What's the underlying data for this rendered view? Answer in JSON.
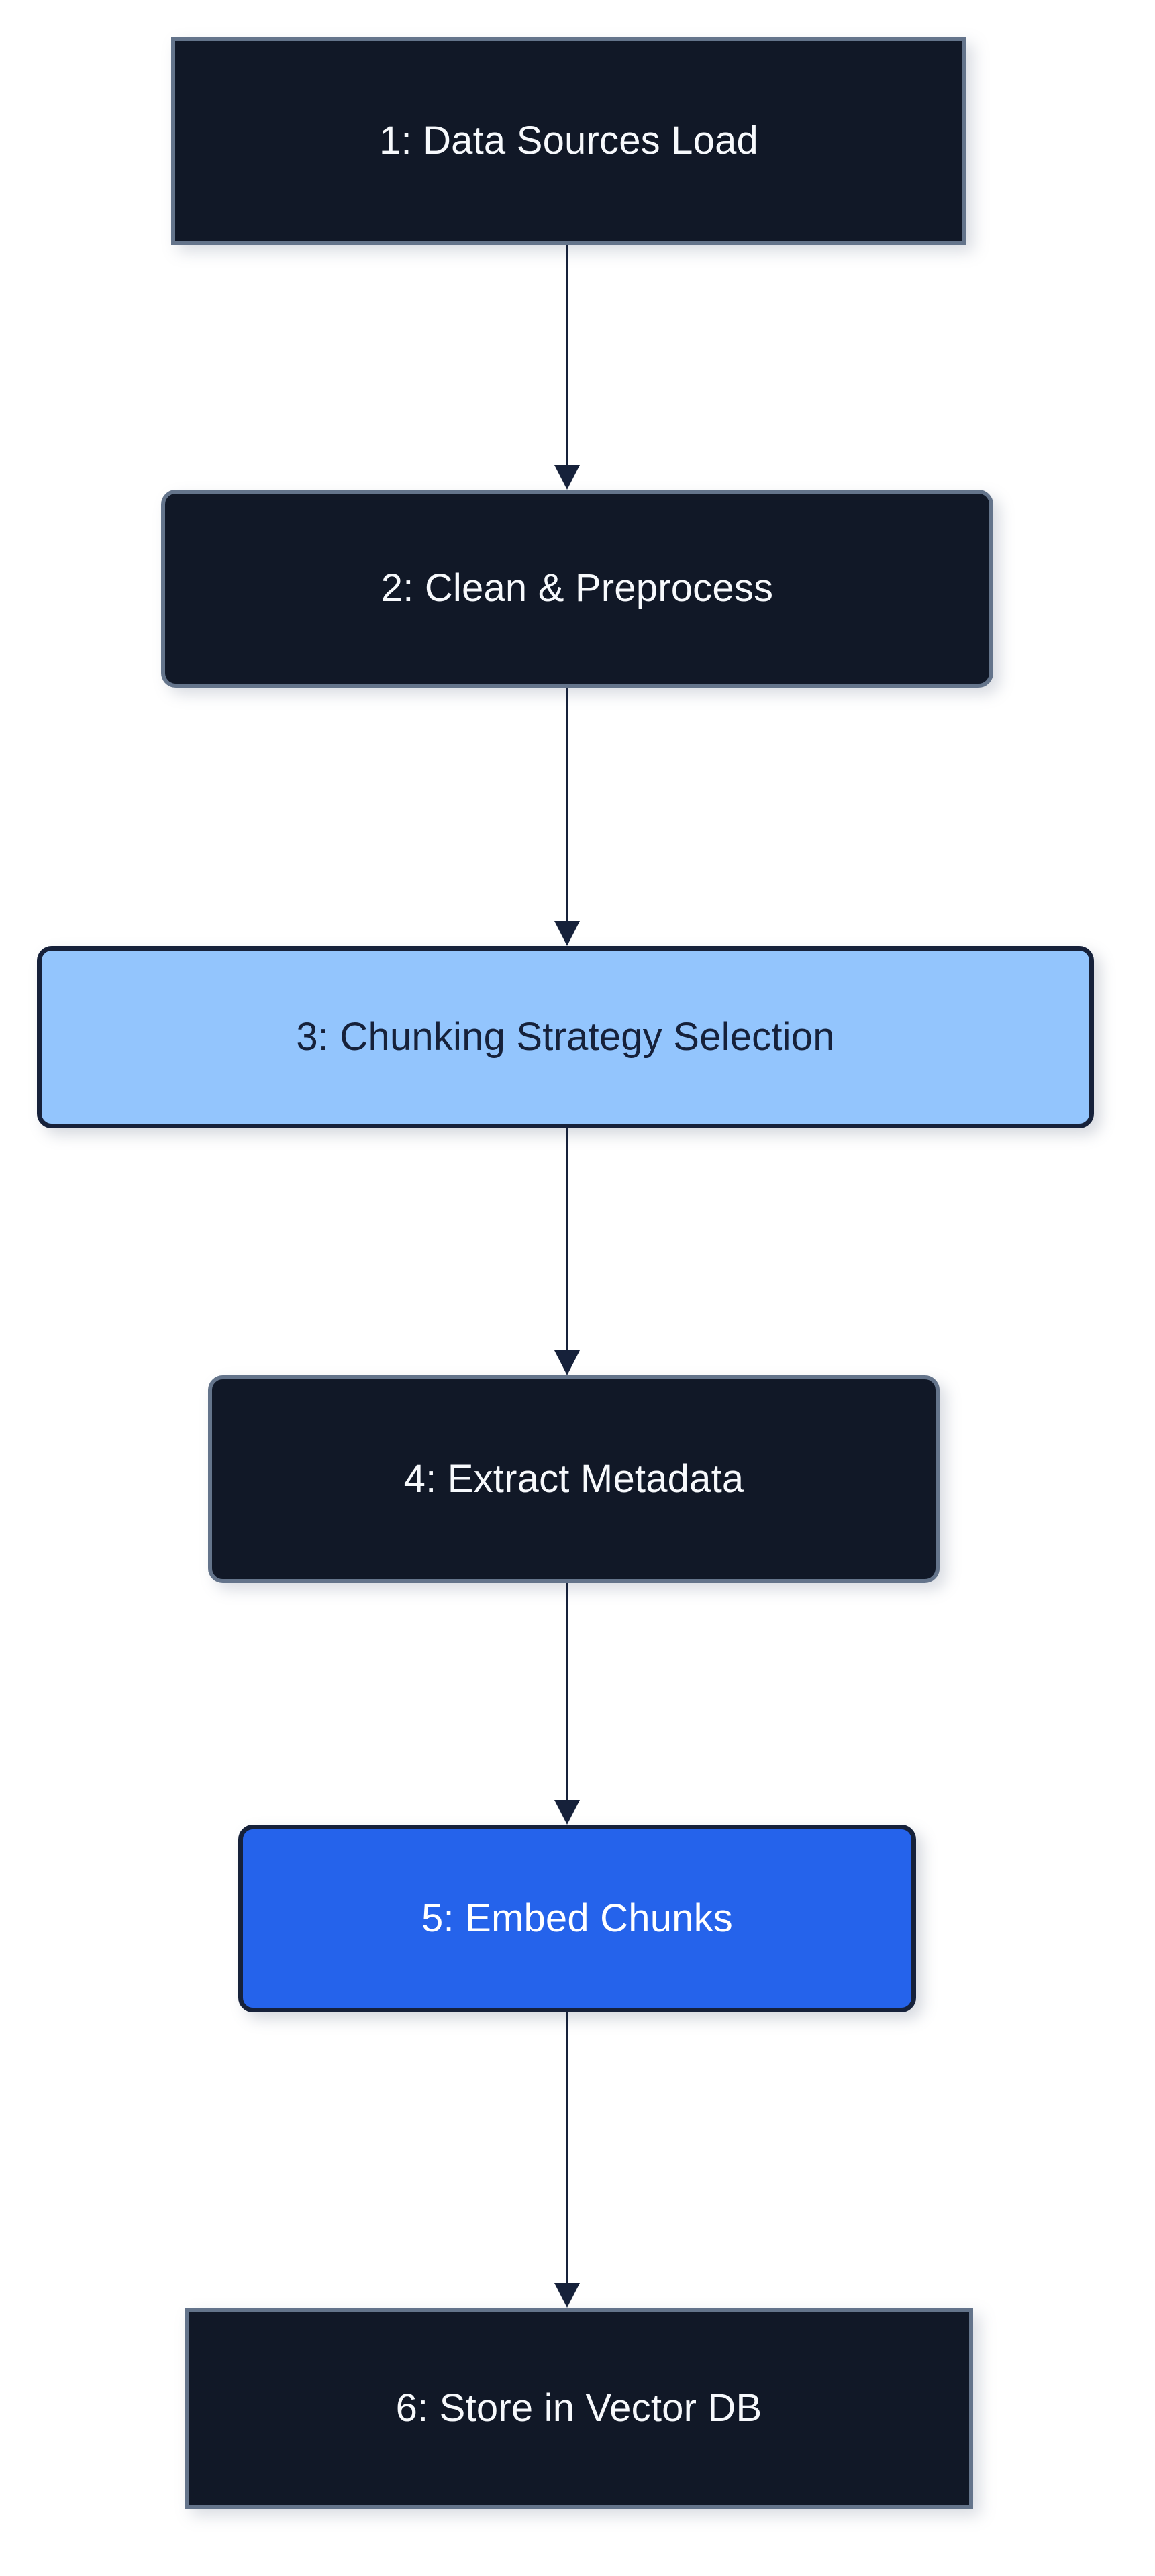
{
  "diagram": {
    "type": "flowchart",
    "orientation": "top-to-bottom",
    "background_color": "#ffffff",
    "palette": {
      "node_default_fill": "#111827",
      "node_default_border": "#64748b",
      "node_default_text": "#f7f9fc",
      "node_highlight_fill": "#93c5fd",
      "node_highlight_border": "#16213a",
      "node_highlight_text": "#16213a",
      "node_accent_fill": "#2563eb",
      "node_accent_border": "#16213a",
      "node_accent_text": "#ffffff",
      "edge_color": "#16213a"
    },
    "nodes": [
      {
        "id": "n1",
        "step": "1",
        "label": "1: Data Sources Load",
        "style": "default",
        "corners": "sharp"
      },
      {
        "id": "n2",
        "step": "2",
        "label": "2: Clean & Preprocess",
        "style": "default",
        "corners": "round"
      },
      {
        "id": "n3",
        "step": "3",
        "label": "3: Chunking Strategy Selection",
        "style": "highlight",
        "corners": "round"
      },
      {
        "id": "n4",
        "step": "4",
        "label": "4: Extract Metadata",
        "style": "default",
        "corners": "round"
      },
      {
        "id": "n5",
        "step": "5",
        "label": "5: Embed Chunks",
        "style": "accent",
        "corners": "round"
      },
      {
        "id": "n6",
        "step": "6",
        "label": "6: Store in Vector DB",
        "style": "default",
        "corners": "sharp"
      }
    ],
    "edges": [
      {
        "id": "e1",
        "from": "n1",
        "to": "n2",
        "label": "",
        "arrow": "arrowhead-down-icon"
      },
      {
        "id": "e2",
        "from": "n2",
        "to": "n3",
        "label": "",
        "arrow": "arrowhead-down-icon"
      },
      {
        "id": "e3",
        "from": "n3",
        "to": "n4",
        "label": "",
        "arrow": "arrowhead-down-icon"
      },
      {
        "id": "e4",
        "from": "n4",
        "to": "n5",
        "label": "",
        "arrow": "arrowhead-down-icon"
      },
      {
        "id": "e5",
        "from": "n5",
        "to": "n6",
        "label": "",
        "arrow": "arrowhead-down-icon"
      }
    ]
  }
}
